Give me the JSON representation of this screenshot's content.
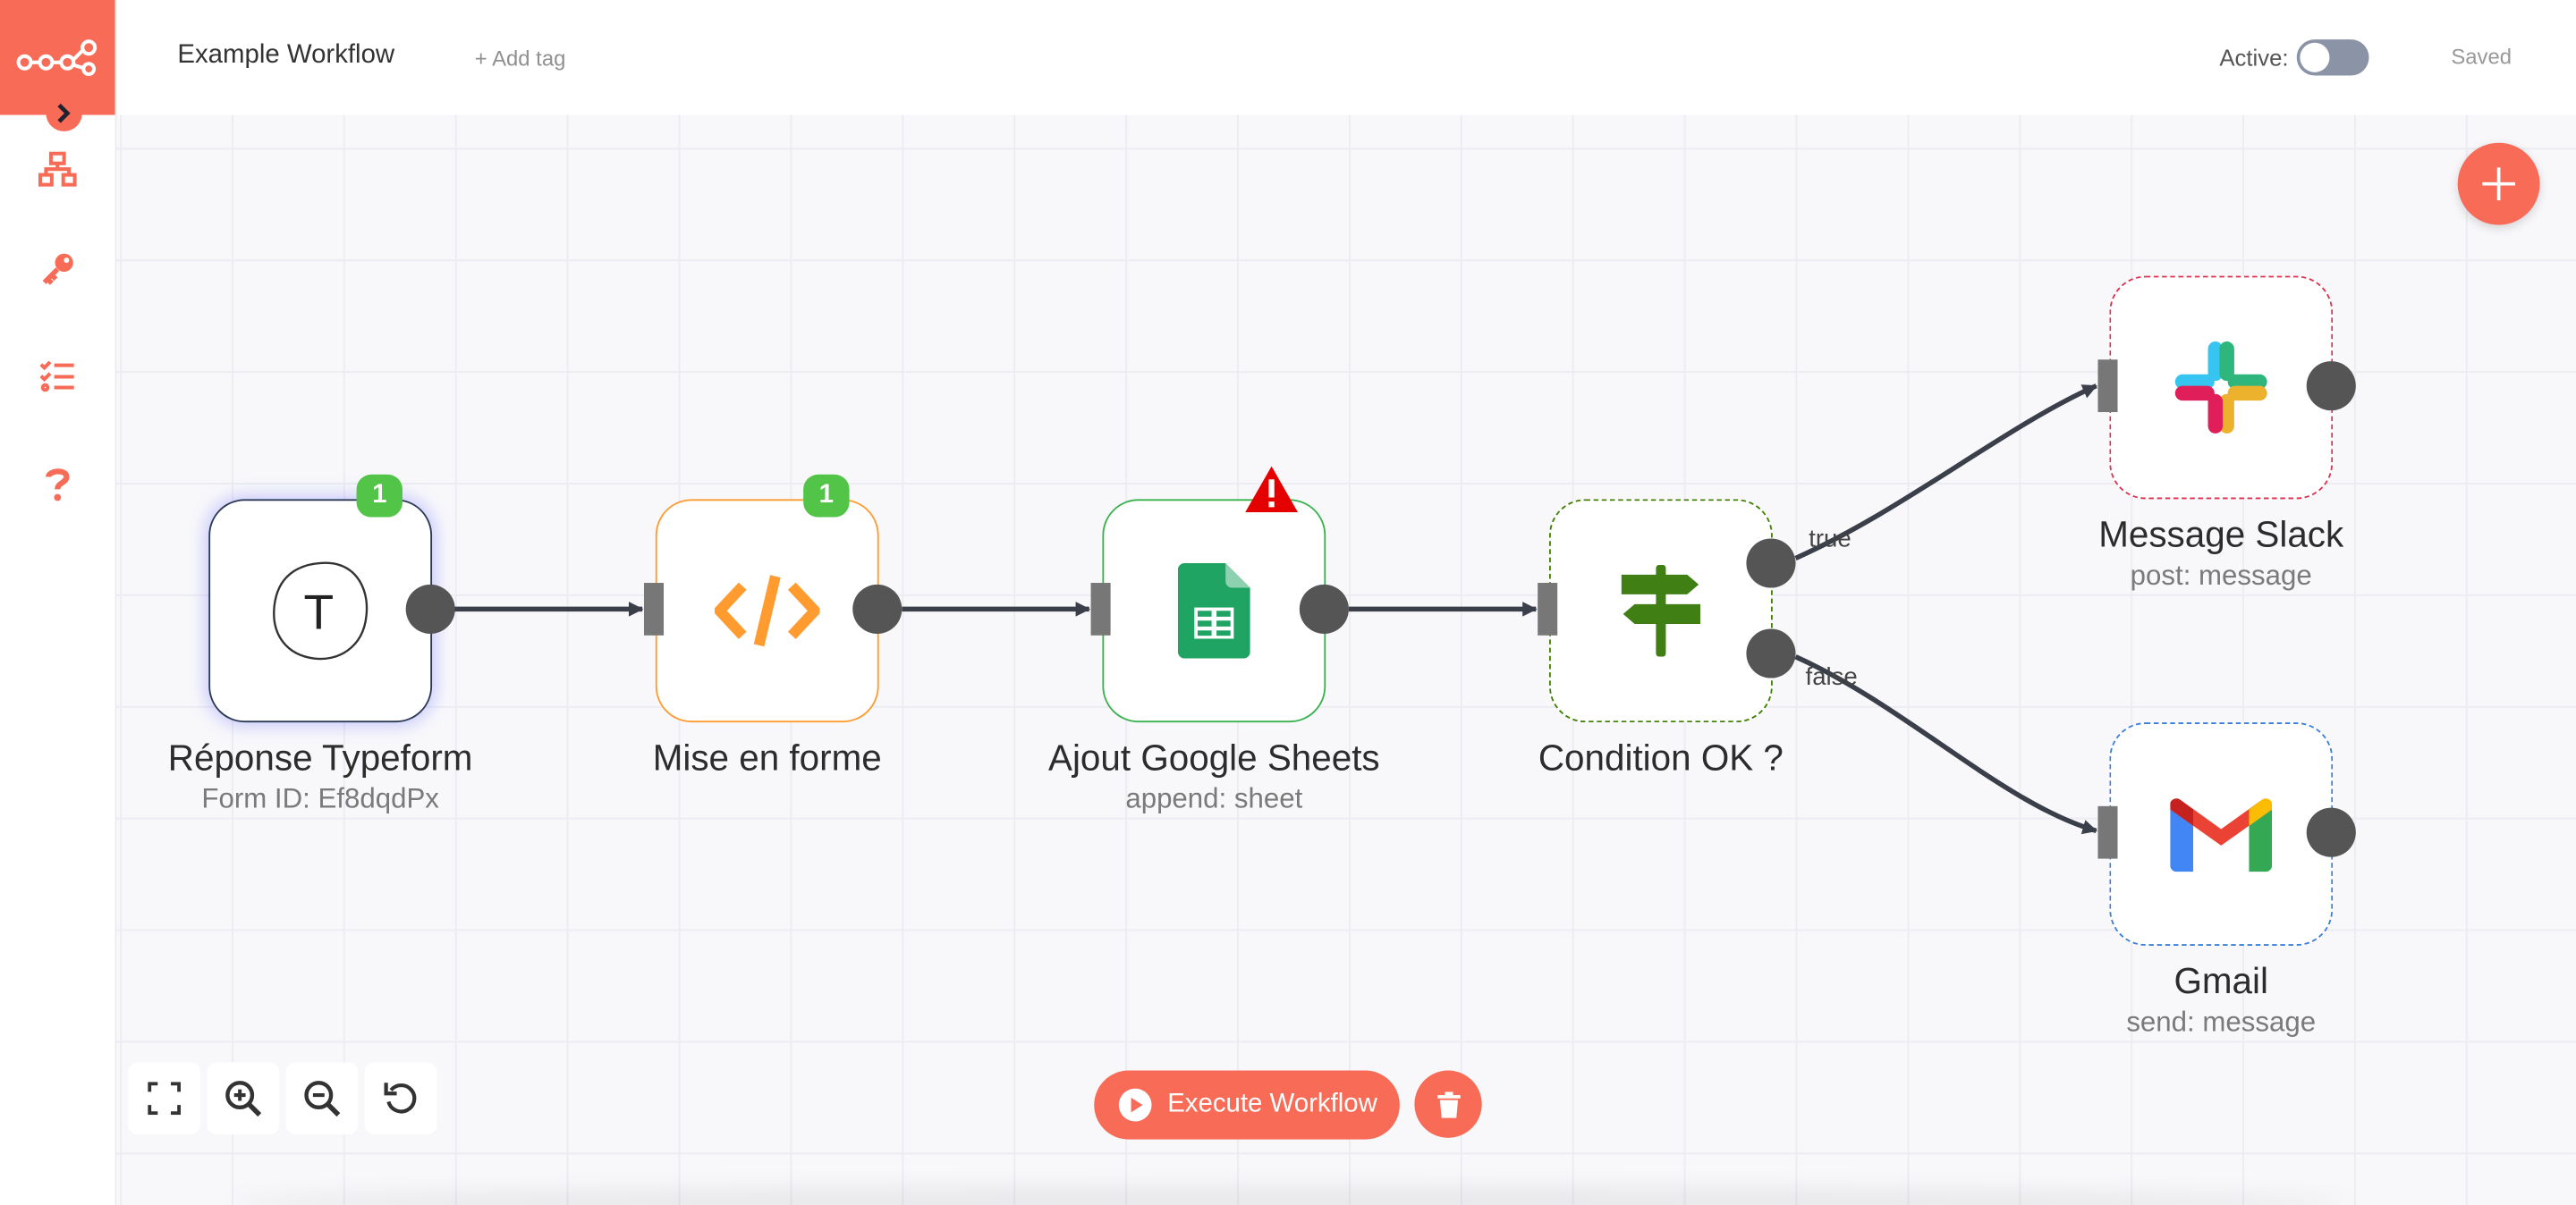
{
  "app": {
    "workflow_name": "Example Workflow",
    "add_tag": "+ Add tag",
    "active_label": "Active:",
    "active": false,
    "status": "Saved",
    "accent_color": "#f86b56"
  },
  "sidebar": {
    "items": [
      {
        "icon": "network-icon",
        "label": "Workflows"
      },
      {
        "icon": "key-icon",
        "label": "Credentials"
      },
      {
        "icon": "list-check-icon",
        "label": "Executions"
      },
      {
        "icon": "question-icon",
        "label": "Help"
      }
    ]
  },
  "nodes": [
    {
      "id": "typeform",
      "title": "Réponse Typeform",
      "subtitle": "Form ID: Ef8dqdPx",
      "icon": "typeform-icon",
      "icon_letter": "T",
      "badge": "1",
      "border_color": "#2b3a55"
    },
    {
      "id": "function",
      "title": "Mise en forme",
      "subtitle": "",
      "icon": "code-icon",
      "badge": "1",
      "border_color": "#ff9b2f"
    },
    {
      "id": "sheets",
      "title": "Ajout Google Sheets",
      "subtitle": "append: sheet",
      "icon": "google-sheets-icon",
      "warning": true,
      "border_color": "#37b24d"
    },
    {
      "id": "if",
      "title": "Condition OK ?",
      "subtitle": "",
      "icon": "signpost-icon",
      "border_color": "#408000",
      "outputs": [
        "true",
        "false"
      ]
    },
    {
      "id": "slack",
      "title": "Message Slack",
      "subtitle": "post: message",
      "icon": "slack-icon",
      "border_color": "#e03050"
    },
    {
      "id": "gmail",
      "title": "Gmail",
      "subtitle": "send: message",
      "icon": "gmail-icon",
      "border_color": "#3a7fdc"
    }
  ],
  "controls": {
    "execute_label": "Execute Workflow",
    "zoom_buttons": [
      "fullscreen-icon",
      "zoom-in-icon",
      "zoom-out-icon",
      "reset-zoom-icon"
    ],
    "delete_icon": "trash-icon",
    "add_node_icon": "plus-icon"
  }
}
